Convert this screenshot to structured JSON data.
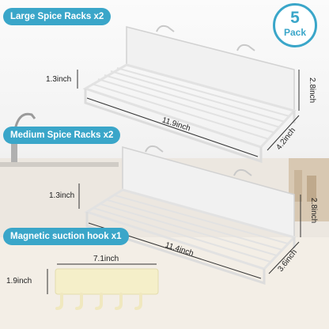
{
  "badge": {
    "number": "5",
    "label": "Pack"
  },
  "large": {
    "title": "Large Spice Racks x2",
    "height_dim": "1.3inch",
    "back_dim": "2.8inch",
    "width_dim": "11.9inch",
    "depth_dim": "4.2inch"
  },
  "medium": {
    "title": "Medium Spice Racks x2",
    "height_dim": "1.3inch",
    "back_dim": "2.8inch",
    "width_dim": "11.4inch",
    "depth_dim": "3.6inch"
  },
  "hook": {
    "title": "Magnetic suction hook x1",
    "width_dim": "7.1inch",
    "height_dim": "1.9inch"
  },
  "colors": {
    "accent": "#3aa6c9",
    "rack": "#e9e9e9",
    "hook": "#f5efc9"
  }
}
